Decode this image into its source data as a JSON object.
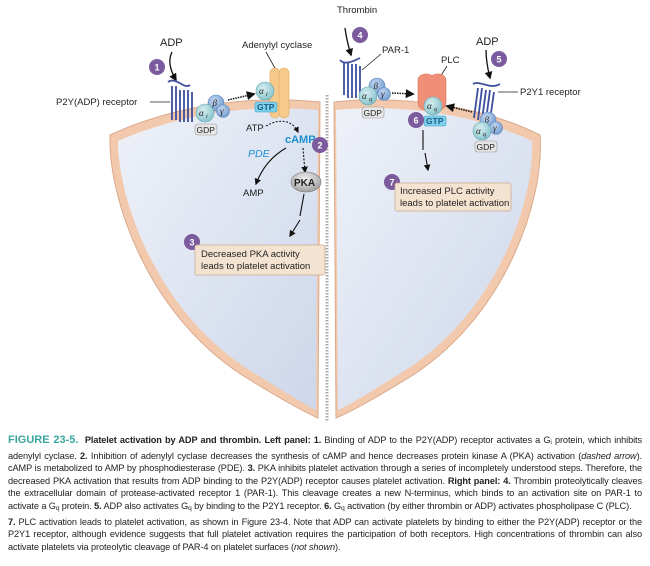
{
  "figure": {
    "left_panel": {
      "ligand": "ADP",
      "receptor_label": "P2Y(ADP) receptor",
      "enzyme_label": "Adenylyl cyclase",
      "g_alpha": "α",
      "g_alpha_sub": "i",
      "g_beta": "β",
      "g_gamma": "γ",
      "gdp": "GDP",
      "gtp": "GTP",
      "atp": "ATP",
      "camp": "cAMP",
      "pde": "PDE",
      "amp": "AMP",
      "pka": "PKA",
      "result_box": [
        "Decreased PKA activity",
        "leads to platelet activation"
      ],
      "steps": [
        "1",
        "2",
        "3"
      ]
    },
    "right_panel": {
      "ligand_thrombin": "Thrombin",
      "ligand_adp": "ADP",
      "receptor_par1": "PAR-1",
      "receptor_p2y1": "P2Y1 receptor",
      "enzyme_label": "PLC",
      "g_alpha": "α",
      "g_alpha_sub": "q",
      "g_beta": "β",
      "g_gamma": "γ",
      "gdp": "GDP",
      "gtp": "GTP",
      "result_box": [
        "Increased PLC activity",
        "leads to platelet activation"
      ],
      "steps": [
        "4",
        "5",
        "6",
        "7"
      ]
    },
    "colors": {
      "step_badge": "#7b5a9e",
      "receptor": "#3d4f9c",
      "membrane": "#f3c9ad",
      "cytoplasm": "#d9e1ef",
      "g_protein": "#9fd0d6",
      "beta_gamma": "#8fb4dd",
      "adenylyl_cyclase": "#f7c98a",
      "plc": "#f08f78",
      "gtp_box": "#7fd0ea",
      "result_box": "#f5e3d2",
      "caption_label": "#3aa6a0"
    }
  },
  "caption": {
    "label": "FIGURE 23-5.",
    "title": "Platelet activation by ADP and thrombin.",
    "left_panel_head": "Left panel:",
    "s1_num": "1.",
    "s1_text_a": " Binding of ADP to the P2Y(ADP) receptor activates a G",
    "s1_sub": "i",
    "s1_text_b": " protein, which inhibits adenylyl cyclase. ",
    "s2_num": "2.",
    "s2_text_a": " Inhibition of adenylyl cyclase decreases the synthesis of cAMP and hence decreases protein kinase A (PKA) activation (",
    "s2_ital": "dashed arrow",
    "s2_text_b": "). cAMP is metabolized to AMP by phosphodiesterase (PDE). ",
    "s3_num": "3.",
    "s3_text": " PKA inhibits platelet activation through a series of incompletely understood steps. Therefore, the decreased PKA activation that results from ADP binding to the P2Y(ADP) receptor causes platelet activation. ",
    "right_panel_head": "Right panel:",
    "s4_num": "4.",
    "s4_text_a": " Thrombin proteolytically cleaves the extracellular domain of protease-activated receptor 1 (PAR-1). This cleavage creates a new N-terminus, which binds to an activation site on PAR-1 to activate a G",
    "s4_sub": "q",
    "s4_text_b": " protein. ",
    "s5_num": "5.",
    "s5_text_a": " ADP also activates G",
    "s5_sub": "q",
    "s5_text_b": " by binding to the P2Y1 receptor. ",
    "s6_num": "6.",
    "s6_text_a": " G",
    "s6_sub": "q",
    "s6_text_b": " activation (by either thrombin or ADP) activates phospholipase C (PLC). ",
    "s7_num": "7.",
    "s7_text_a": " PLC activation leads to platelet activation, as shown in Figure 23-4. Note that ADP can activate platelets by binding to either the P2Y(ADP) receptor or the P2Y1 receptor, although evidence suggests that full platelet activation requires the participation of both receptors. High concentrations of thrombin can also activate platelets via proteolytic cleavage of PAR-4 on platelet surfaces (",
    "s7_ital": "not shown",
    "s7_text_b": ")."
  }
}
